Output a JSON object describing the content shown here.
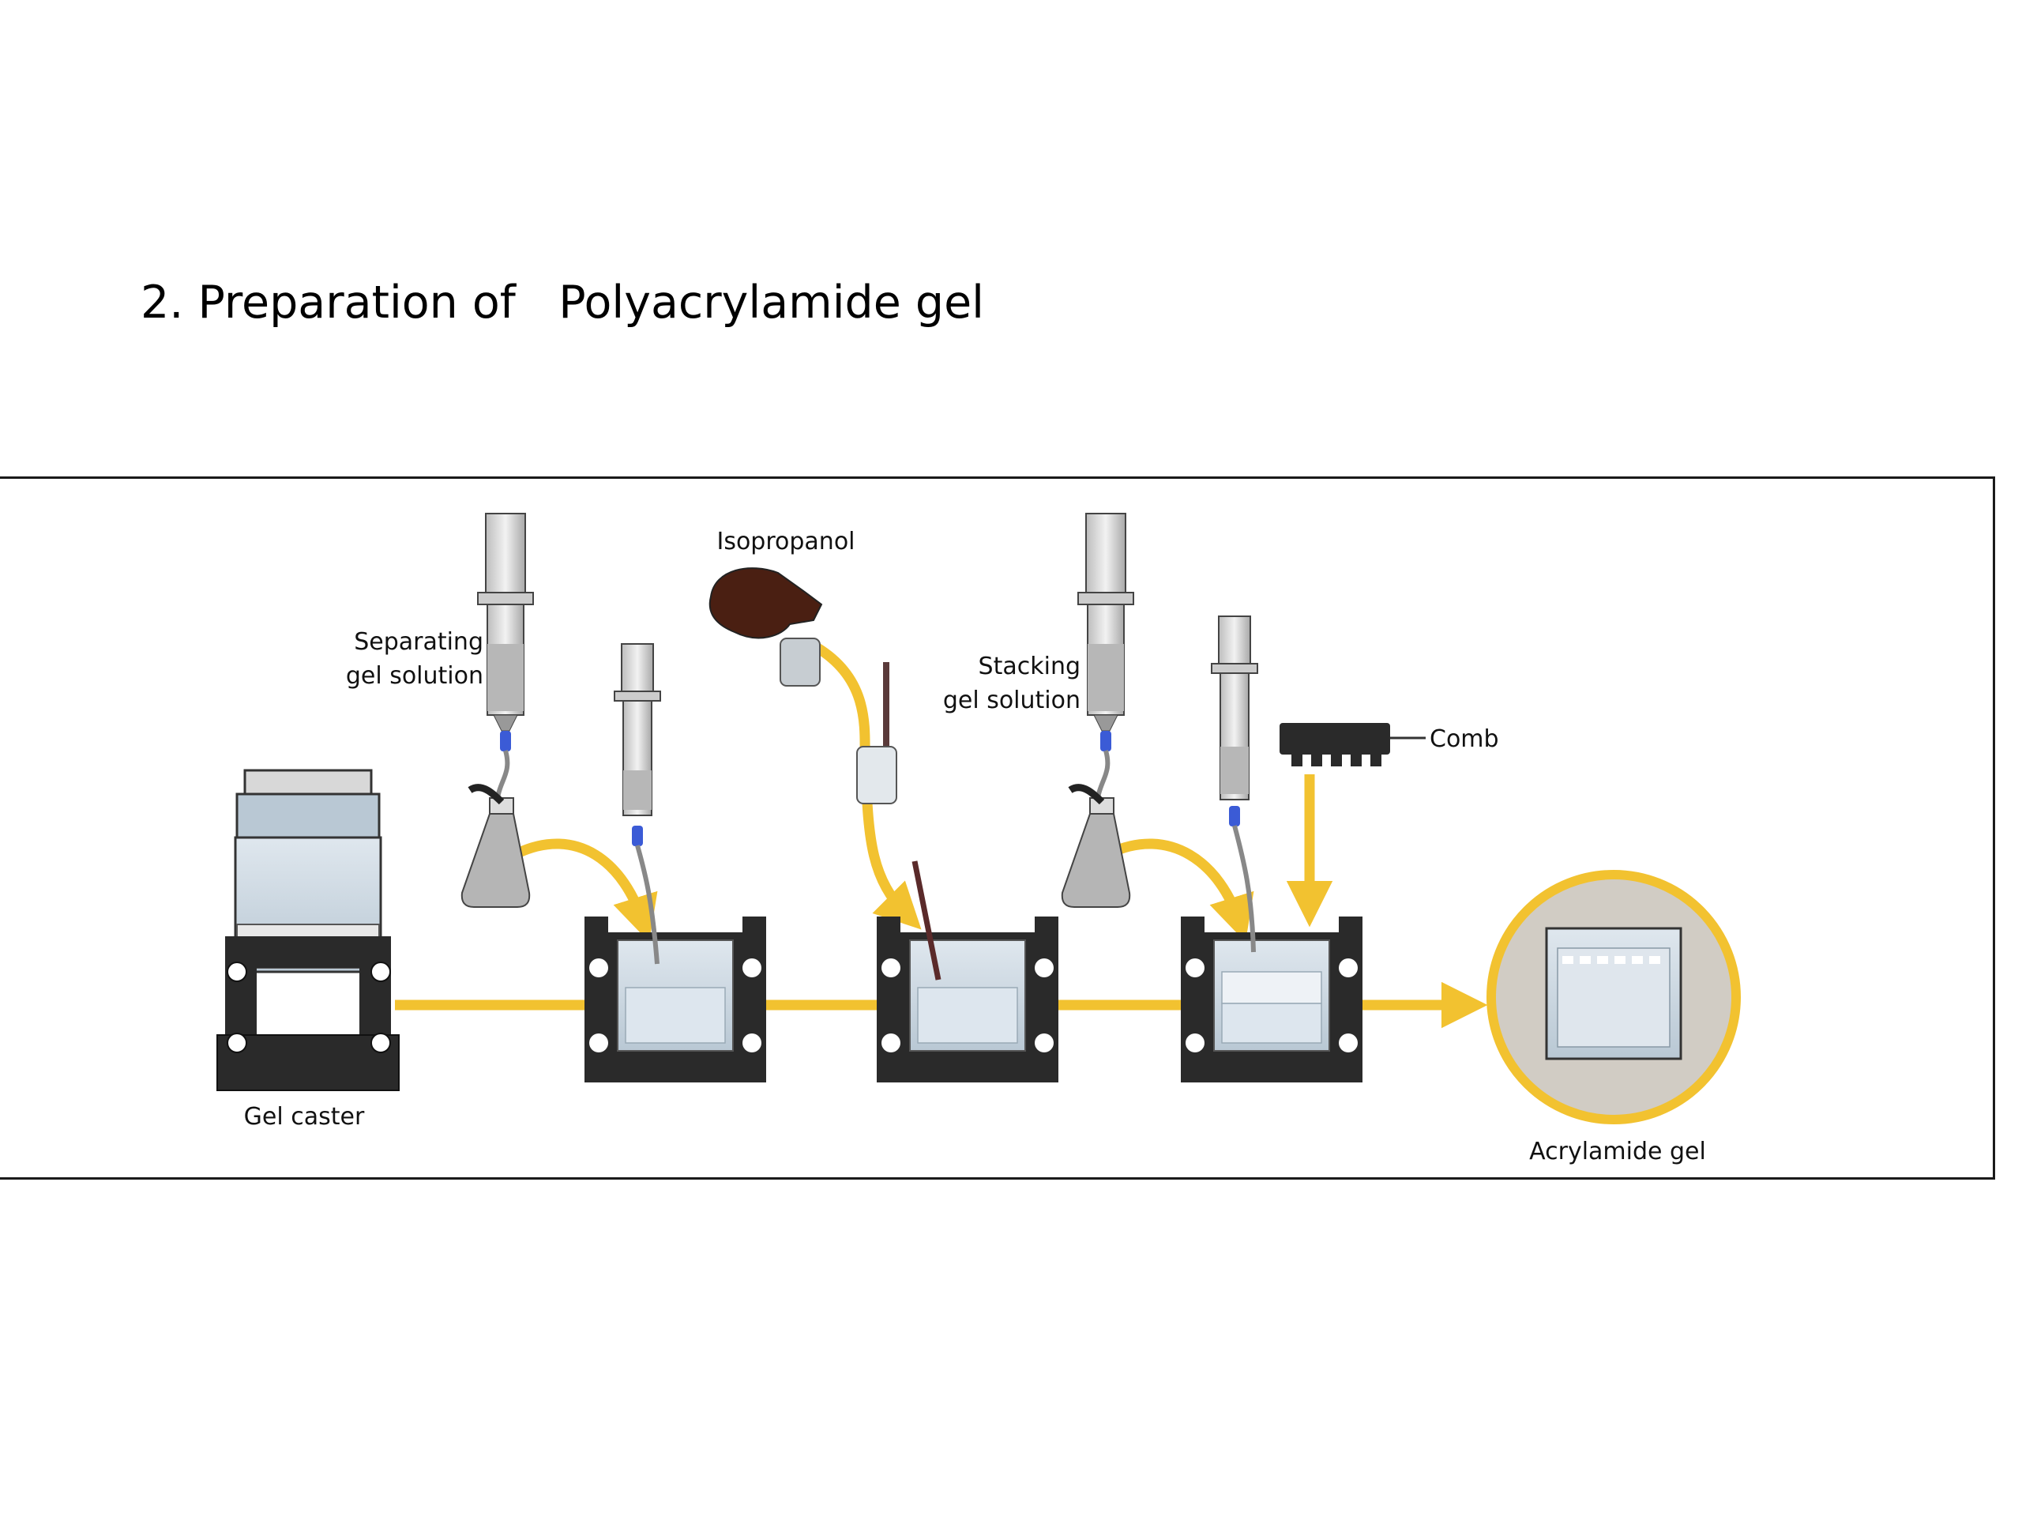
{
  "title": "2. Preparation of   Polyacrylamide gel",
  "labels": {
    "separating": [
      "Separating",
      "gel solution"
    ],
    "isopropanol": "Isopropanol",
    "stacking": [
      "Stacking",
      "gel solution"
    ],
    "comb": "Comb",
    "gel_caster": "Gel caster",
    "acrylamide_gel": "Acrylamide gel"
  },
  "colors": {
    "arrow": "#f2c230",
    "frame": "#1a1a1a",
    "glass": "#c9d6e0",
    "clamp": "#2a2a2a"
  }
}
